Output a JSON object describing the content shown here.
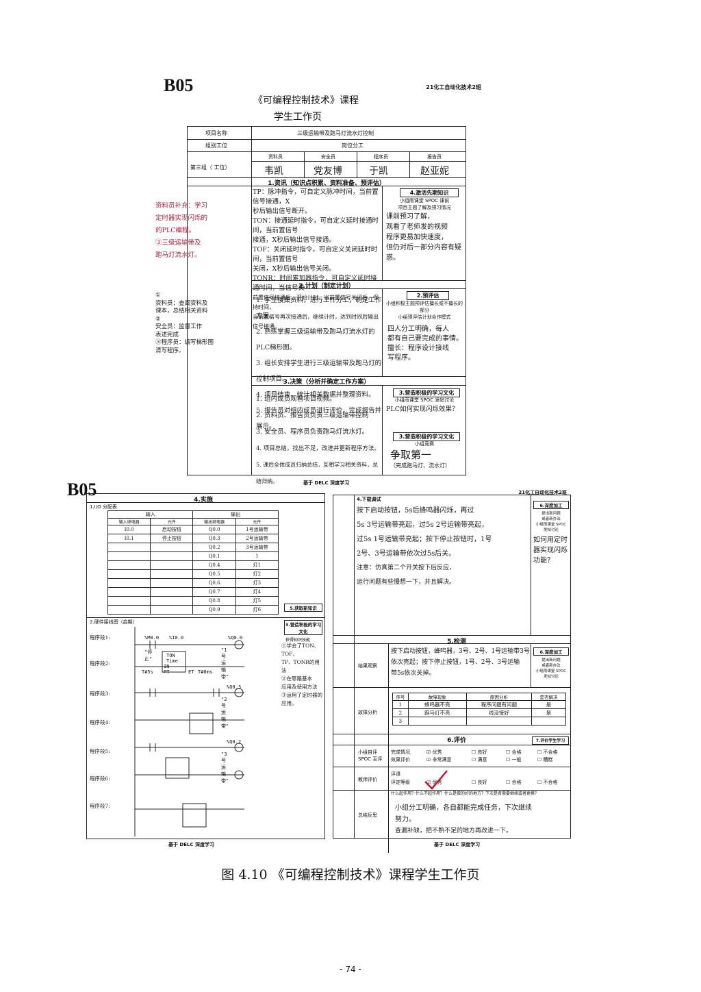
{
  "top_sheet": {
    "code": "B05",
    "class_label": "21化工自动化技术2班",
    "course_title": "《可编程控制技术》课程",
    "subtitle": "学生工作页",
    "project_label": "项目名称",
    "project_value": "三级运输带及跑马灯流水灯控制",
    "group_label": "组别工位",
    "role_label": "岗位分工",
    "group_value": "第三组（  工位）",
    "roles": [
      "资料员",
      "安全员",
      "程序员",
      "报告员"
    ],
    "role_names": [
      "韦凯",
      "党友博",
      "于凯",
      "赵亚妮"
    ],
    "s1_title": "1.资讯（知识点积累、资料准备、预评估）",
    "s1_lines": [
      "TP：脉冲指令，可自定义脉冲时间，当前置信号接通，X",
      "秒后输出信号断开。",
      "TON：接通延时指令，可自定义延时接通时间，当前置信号",
      "接通，X秒后输出信号接通。",
      "TOF：关闭延时指令，可自定义关闭延时时间，当前置信号",
      "关闭，X秒后输出信号关闭。",
      "TONR：时间累加器指令，可自定义延时接通时间，当信号关",
      "前置信号接通后，开始计时，当前置信号关闭后，保持时间，",
      "当前置信号再次接通后，继续计时，达到时间后输出信号接通。"
    ],
    "s1_tag": "4.激活先期知识",
    "s1_tag_sub": "小组雨课堂 SPOC 课前\n项目主题了解及预习情况",
    "s1_right": [
      "课前预习了解，",
      "观看了老师发的视频",
      "程序更易加快速度，",
      "但仍对后一部分内容有疑",
      "惑。"
    ],
    "left_note_red": [
      "资料员补充：学习",
      "定时器实现闪烁的",
      "的PLC编程。",
      "③三级运输带及",
      "跑马灯流水灯。"
    ],
    "s2_title": "2.计划（制定计划）",
    "s2_lines": [
      "1. 学生搜集资料，进行工作分工，制定工作方案。",
      "2. 熟练掌握三级运输带及跑马灯流水灯的PLC梯形图。",
      "3. 组长安排学生进行三级运输带及跑马灯的控制项目。",
      "4. 项目结束，统计相关数据并整理资料。",
      "5. 报告员对组内成员进行评价，完成报告并展示。"
    ],
    "s2_tag": "2.预评估",
    "s2_tag_sub": "小组积极主题预评估擅长或不擅长的部分\n小组预评估计划合作模式",
    "s2_right": [
      "四人分工明确，每人",
      "都有自己要完成的事情。",
      "",
      "擅长：程序设计接线",
      "写程序。"
    ],
    "left_note_black": [
      "①",
      "资料员：查阅资料及",
      "课本，总结相关资料",
      "②",
      "安全员：监督工作",
      "表述完成",
      "③程序员：编写梯形图",
      "清写程序。"
    ],
    "s3_title": "3.决策（分析并确定工作方案）",
    "s3_lines": [
      "1. 组内成员观看项目视频。",
      "2. 资料员、报告员负责三级运输带控制",
      "3. 安全员、程序员负责跑马灯流水灯。",
      "4. 项目总结，找出不足，改进并更新程序方法。",
      "5. 课后全体成员归纳总结，互相学习相关资料，总结归纳。"
    ],
    "s3_tag1": "3.营造积极的学习文化",
    "s3_tag1_sub": "小组雨课堂 SPOC 发帖讨论",
    "s3_right1": "PLC如何实现闪烁效果？",
    "s3_tag2": "3.营造积极的学习文化",
    "s3_tag2_sub": "小组竞赛",
    "s3_right2": [
      "争取第一",
      "（完成跑马灯、流水灯）"
    ],
    "footer": "基于 DELC 深度学习"
  },
  "left_sheet": {
    "code": "B05",
    "s4_title": "4.实施",
    "io_label": "1.I/O 分配表",
    "input_label": "输入",
    "output_label": "输出",
    "cols": [
      "输入继电器",
      "元件",
      "输出继电器",
      "元件"
    ],
    "rows": [
      [
        "I0.0",
        "启动按钮",
        "Q0.0",
        "1号运输带"
      ],
      [
        "I0.1",
        "停止按钮",
        "Q0.3",
        "2号运输带"
      ],
      [
        "",
        "",
        "Q0.2",
        "3号运输带"
      ],
      [
        "",
        "",
        "Q0.1",
        "1"
      ],
      [
        "",
        "",
        "Q0.4",
        "灯1"
      ],
      [
        "",
        "",
        "Q0.5",
        "灯2"
      ],
      [
        "",
        "",
        "Q0.6",
        "灯3"
      ],
      [
        "",
        "",
        "Q0.7",
        "灯4"
      ],
      [
        "",
        "",
        "Q0.8",
        "灯5"
      ],
      [
        "",
        "",
        "Q0.9",
        "灯6"
      ]
    ],
    "wiring_label": "2.硬件接线图（启期）",
    "tag1": "5.获取新知识",
    "tag2": "3.营造积极的学习文化",
    "tag2_sub": "获得知识技能",
    "tag2_note": [
      "①学会了TON、TOF、",
      "TP、TONR的用法",
      "②在思路基本",
      "应用及使用方法",
      "③运用了定时器的",
      "应用。"
    ],
    "rungs": [
      "程序段1:",
      "程序段2:",
      "程序段3:",
      "程序段4:",
      "程序段5:",
      "程序段6:",
      "程序段7:"
    ],
    "ladder_labels": [
      "%M0.0",
      "%I0.0",
      "\"停止\"",
      "%Q0.0",
      "\"1号运输带\"",
      "TON",
      "Time",
      "IN",
      "PT",
      "ET",
      "T#5s",
      "T#0ms",
      "%Q0.3",
      "\"2号运输带\"",
      "%Q0.2",
      "\"3号运输带\""
    ],
    "footer": "基于 DELC 深度学习"
  },
  "right_sheet": {
    "class_label": "21化工自动化技术2班",
    "s_debug": "4.下载调试",
    "debug_lines": [
      "按下启动按钮，5s后蜂鸣器闪烁，再过",
      "5s 3号运输带亮起，过5s 2号运输带亮起，",
      "过5s 1号运输带亮起；按下停止按钮时，1号",
      "2号、3号运输带依次过5s后关。",
      "",
      "注意：仿真第二个开关按下后反应，",
      "     运行问题有些慢想一下，并且解决。"
    ],
    "tag_deep1": "6.深度加工",
    "tag_deep1_sub": "提出新问题\n或者新办法\n小组雨课堂 SPOC\n发帖讨论",
    "deep1_q": [
      "如何用定时",
      "器实现闪烁",
      "功能？"
    ],
    "s5": "5.检测",
    "result_label": "结果观察",
    "result_lines": [
      "按下启动按钮，蜂鸣器，3号、2号、1号运输带3号",
      "依次亮起；按下停止按钮，1号、2号、3号运输",
      "带5s依次关掉。"
    ],
    "tag_deep2": "6.深度加工",
    "tag_deep2_sub": "提出新问题\n或者新办法\n小组雨课堂 SPOC\n发帖讨论",
    "fault_label": "故障分析",
    "fault_cols": [
      "序号",
      "故障现象",
      "原因分析",
      "是否解决"
    ],
    "fault_rows": [
      [
        "1",
        "蜂鸣器不亮",
        "程序问题有问题",
        "是"
      ],
      [
        "2",
        "跑马灯不亮",
        "线没接好",
        "是"
      ],
      [
        "3",
        "",
        "",
        ""
      ]
    ],
    "s6": "6.评价",
    "tag_eval": "7.评价学生学习",
    "self_eval": "小组自评\nSPOC 互评",
    "eval_row1": [
      "完成情况",
      "优秀",
      "良好",
      "合格",
      "不合格"
    ],
    "eval_row2": [
      "效果评价",
      "非常满意",
      "满意",
      "一般",
      "糟糕"
    ],
    "teacher_label": "教师评价",
    "teacher_row": [
      "评语",
      "评定等级",
      "优秀",
      "良好",
      "合格",
      "不合格"
    ],
    "summary_label": "总结反思",
    "summary_q": "什么起作用？什么不起作用？什么是做的好的地方？下次是否需要继续或者更换？",
    "summary_lines": [
      "小组分工明确，各自都能完成任务，下次继续",
      "努力。",
      "查漏补缺，把不熟不足的地方再改进一下。"
    ],
    "footer": "基于 DELC 深度学习"
  },
  "caption": "图 4.10 《可编程控制技术》课程学生工作页",
  "page_number": "- 74 -"
}
